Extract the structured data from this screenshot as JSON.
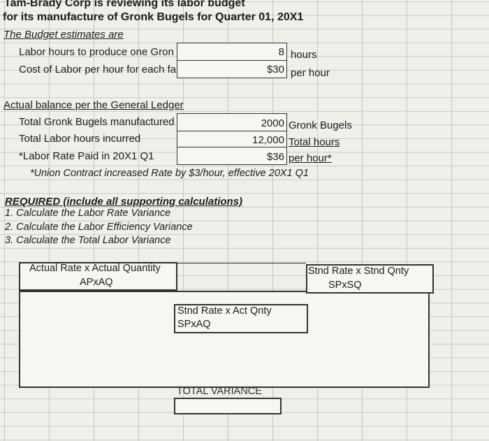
{
  "header": {
    "line1": "Tam-Brady Corp is reviewing its labor budget",
    "line2": "for its manufacture of Gronk Bugels for Quarter 01, 20X1"
  },
  "budget": {
    "heading": "The Budget estimates are",
    "hours_label": "Labor hours to produce one Gron",
    "hours_value": "8",
    "hours_unit": "hours",
    "cost_label": "Cost of Labor per hour for each fa",
    "cost_value": "$30",
    "cost_unit": "per hour"
  },
  "actual": {
    "heading": "Actual balance per the General Ledger",
    "total_label": "Total Gronk Bugels manufactured",
    "total_value": "2000",
    "total_unit": "Gronk Bugels",
    "hours_label": "Total Labor hours incurred",
    "hours_value": "12,000",
    "hours_unit": "Total hours",
    "rate_label": "*Labor Rate Paid in 20X1 Q1",
    "rate_value": "$36",
    "rate_unit": "per hour*",
    "note": "*Union Contract increased Rate by $3/hour, effective 20X1 Q1"
  },
  "required": {
    "heading": "REQUIRED (include all supporting calculations)",
    "items": [
      "1. Calculate the Labor Rate Variance",
      "2. Calculate the Labor Efficiency Variance",
      "3. Calculate the Total Labor Variance"
    ]
  },
  "diagram": {
    "left_title": "Actual Rate x Actual Quantity",
    "left_sub": "APxAQ",
    "mid_title": "Stnd Rate x Act Qnty",
    "mid_sub": "SPxAQ",
    "right_title": "Stnd Rate x Stnd Qnty",
    "right_sub": "SPxSQ",
    "total_label": "TOTAL VARIANCE"
  }
}
